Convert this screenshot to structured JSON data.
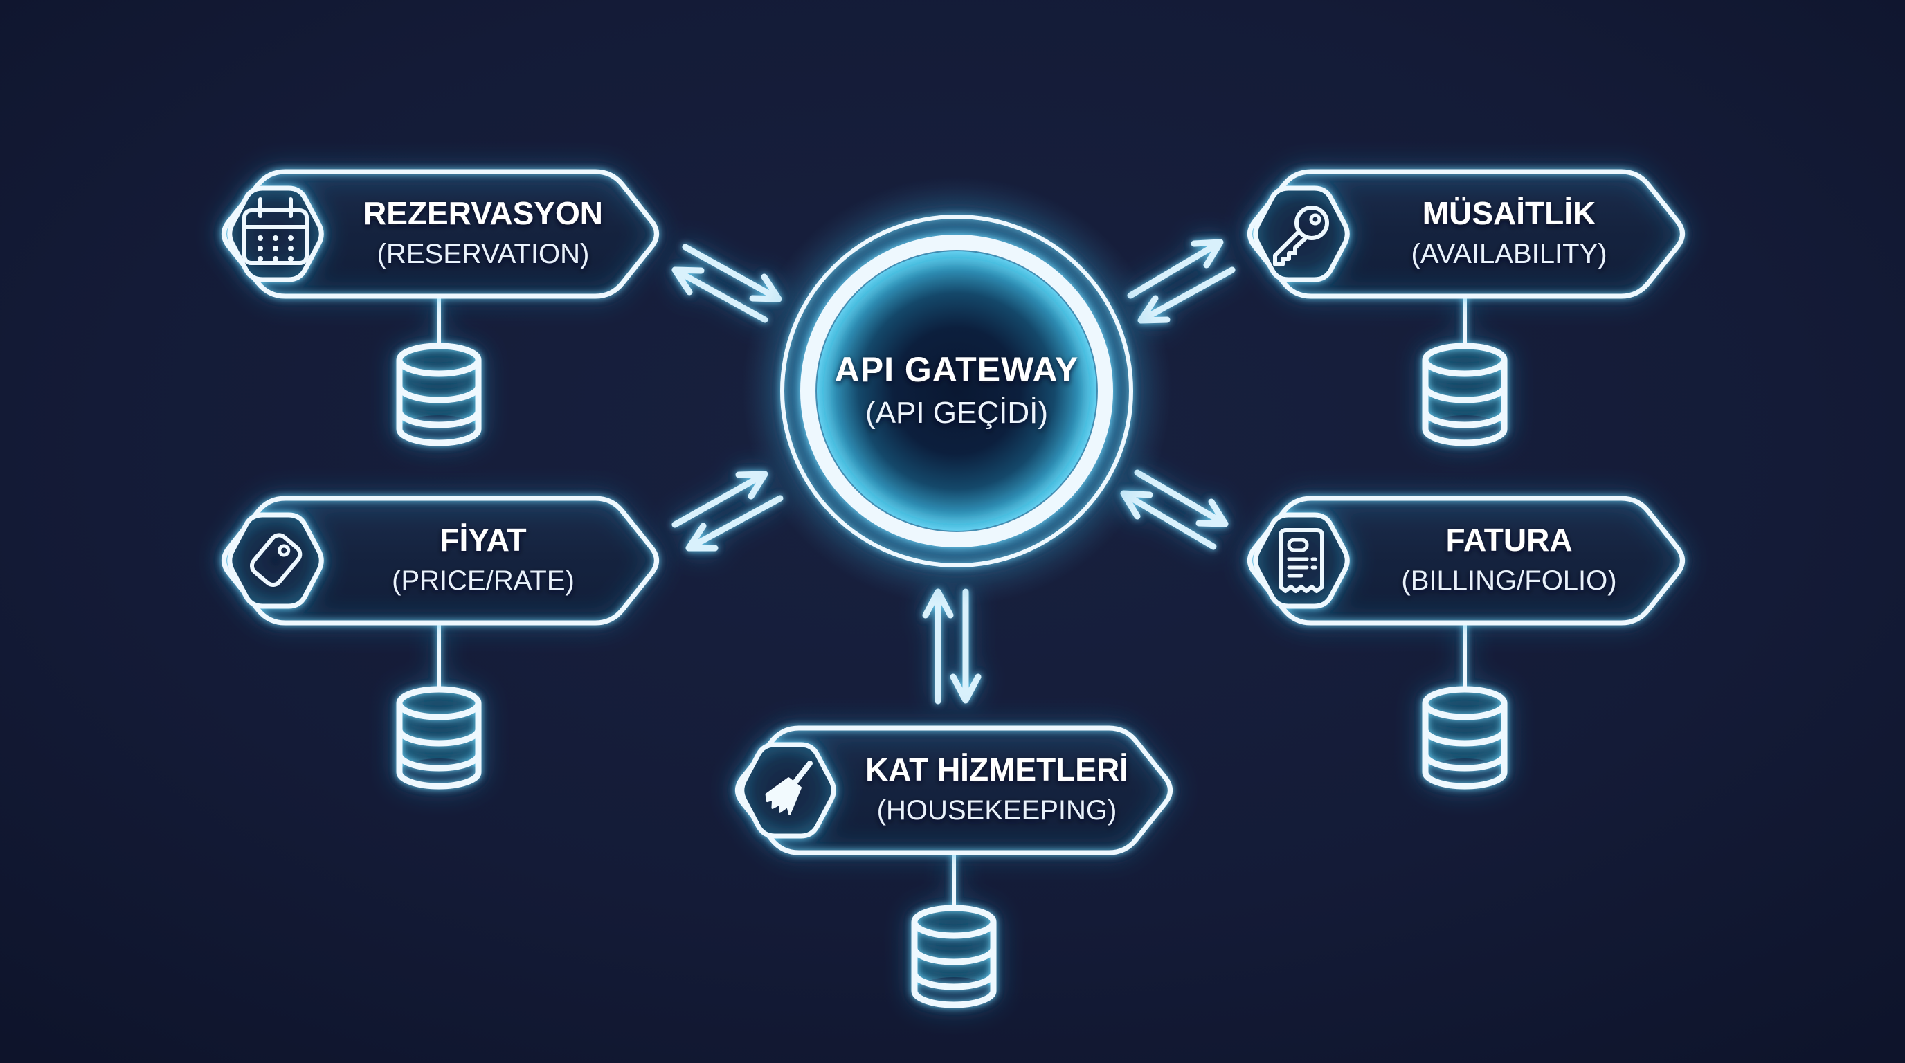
{
  "diagram": {
    "title_semantic": "API Gateway hotel microservices diagram",
    "center": {
      "title": "API GATEWAY",
      "subtitle": "(API GEÇİDİ)"
    },
    "nodes": [
      {
        "id": "rezervasyon",
        "title": "REZERVASYON",
        "subtitle": "(RESERVATION)",
        "icon": "calendar-icon",
        "position": "top-left",
        "database": true
      },
      {
        "id": "musaitlik",
        "title": "MÜSAİTLİK",
        "subtitle": "(AVAILABILITY)",
        "icon": "key-icon",
        "position": "top-right",
        "database": true
      },
      {
        "id": "fiyat",
        "title": "FİYAT",
        "subtitle": "(PRICE/RATE)",
        "icon": "tag-icon",
        "position": "middle-left",
        "database": true
      },
      {
        "id": "fatura",
        "title": "FATURA",
        "subtitle": "(BILLING/FOLIO)",
        "icon": "receipt-icon",
        "position": "middle-right",
        "database": true
      },
      {
        "id": "kat_hizmetleri",
        "title": "KAT HİZMETLERİ",
        "subtitle": "(HOUSEKEEPING)",
        "icon": "broom-icon",
        "position": "bottom-center",
        "database": true
      }
    ],
    "connections": [
      {
        "from": "api_gateway",
        "to": "rezervasyon",
        "bidirectional": true
      },
      {
        "from": "api_gateway",
        "to": "musaitlik",
        "bidirectional": true
      },
      {
        "from": "api_gateway",
        "to": "fiyat",
        "bidirectional": true
      },
      {
        "from": "api_gateway",
        "to": "fatura",
        "bidirectional": true
      },
      {
        "from": "api_gateway",
        "to": "kat_hizmetleri",
        "bidirectional": true
      }
    ],
    "colors": {
      "background": "#141b37",
      "neon_glow": "#3fb6e4",
      "outline_white": "#eef8fe",
      "arrow": "#d9f1fc",
      "text": "#ffffff",
      "panel_fill": "#16243f",
      "teal_rim": "#2f7fa3"
    }
  }
}
